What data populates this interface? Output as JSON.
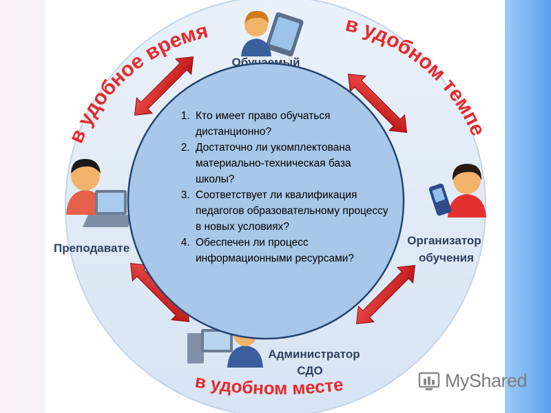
{
  "arc_labels": {
    "time": "в удобное время",
    "pace": "в удобном темпе",
    "place": "в удобном месте"
  },
  "roles": {
    "learner": "Обучаемый",
    "teacher": "Преподавате",
    "organizer_line1": "Организатор",
    "organizer_line2": "обучения",
    "admin_line1": "Администратор",
    "admin_line2": "СДО"
  },
  "questions": [
    "Кто имеет право обучаться дистанционно?",
    "Достаточно ли укомплектована материально-техническая база школы?",
    "Соответствует ли квалификация педагогов образовательному процессу в новых условиях?",
    "Обеспечен ли процесс информационными ресурсами?"
  ],
  "watermark": "MyShared",
  "colors": {
    "ring": "#dce8f5",
    "center_circle": "#a9c7e8",
    "arc_text": "#e52b2b",
    "arrow": "#e02020",
    "role_text": "#2f3f5f"
  }
}
